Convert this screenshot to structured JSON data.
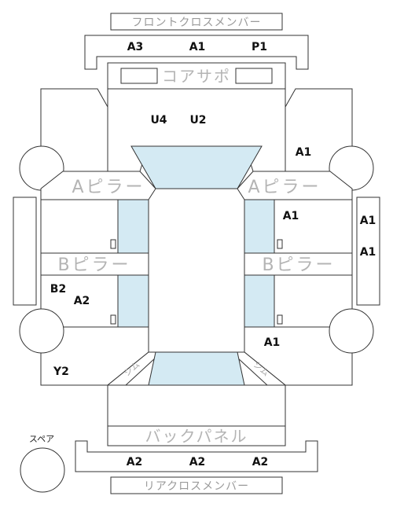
{
  "labels": {
    "front_cross_member": "フロントクロスメンバー",
    "core_support": "コアサポ",
    "a_pillar": "Aピラー",
    "b_pillar": "Bピラー",
    "back_panel": "バックパネル",
    "rear_cross_member": "リアクロスメンバー",
    "spare": "スペア",
    "corner_mark": "シム"
  },
  "codes": {
    "front_cross_left": "A3",
    "front_cross_center": "A1",
    "front_cross_right": "P1",
    "core_left": "U4",
    "core_right": "U2",
    "front_right_area": "A1",
    "right_rocker_upper": "A1",
    "right_outer_sill_top": "A1",
    "right_outer_sill_bottom": "A1",
    "left_rear_b": "B2",
    "left_rear_a": "A2",
    "right_rear": "A1",
    "left_bottom": "Y2",
    "rear_cross_left": "A2",
    "rear_cross_center": "A2",
    "rear_cross_right": "A2"
  }
}
